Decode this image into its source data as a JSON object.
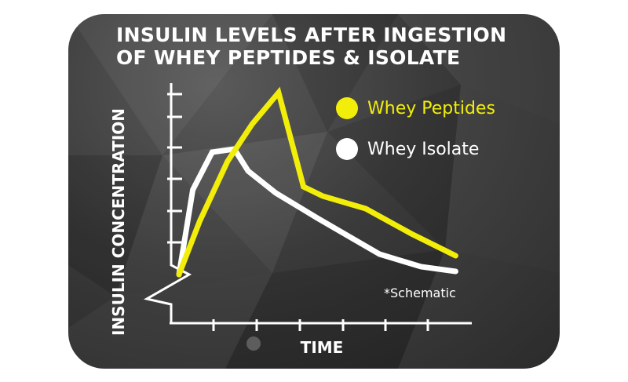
{
  "chart_data": {
    "type": "line",
    "title_lines": [
      "INSULIN LEVELS AFTER INGESTION",
      "OF WHEY PEPTIDES & ISOLATE"
    ],
    "xlabel": "TIME",
    "ylabel": "INSULIN CONCENTRATION",
    "annotation": "*Schematic",
    "grid": false,
    "legend_position": "top-right",
    "x": [
      0,
      1,
      2,
      3,
      4,
      5,
      6,
      7,
      8,
      9,
      10,
      11,
      12,
      13,
      14,
      15,
      16,
      17,
      18,
      19,
      20
    ],
    "xlim": [
      0,
      21
    ],
    "ylim": [
      0,
      6
    ],
    "series": [
      {
        "name": "Whey Peptides",
        "color": "#f2ee0a",
        "x": [
          0,
          1.5,
          3.5,
          5.3,
          7.2,
          9,
          10.4,
          13.5,
          16.8,
          20
        ],
        "y": [
          0,
          1.7,
          3.6,
          4.8,
          5.8,
          2.8,
          2.5,
          2.1,
          1.3,
          0.6
        ]
      },
      {
        "name": "Whey Isolate",
        "color": "#ffffff",
        "x": [
          0,
          1,
          2.4,
          4,
          5,
          7,
          10,
          14.5,
          17.5,
          20
        ],
        "y": [
          0,
          2.7,
          3.9,
          4.0,
          3.3,
          2.6,
          1.8,
          0.65,
          0.25,
          0.1
        ]
      }
    ]
  }
}
